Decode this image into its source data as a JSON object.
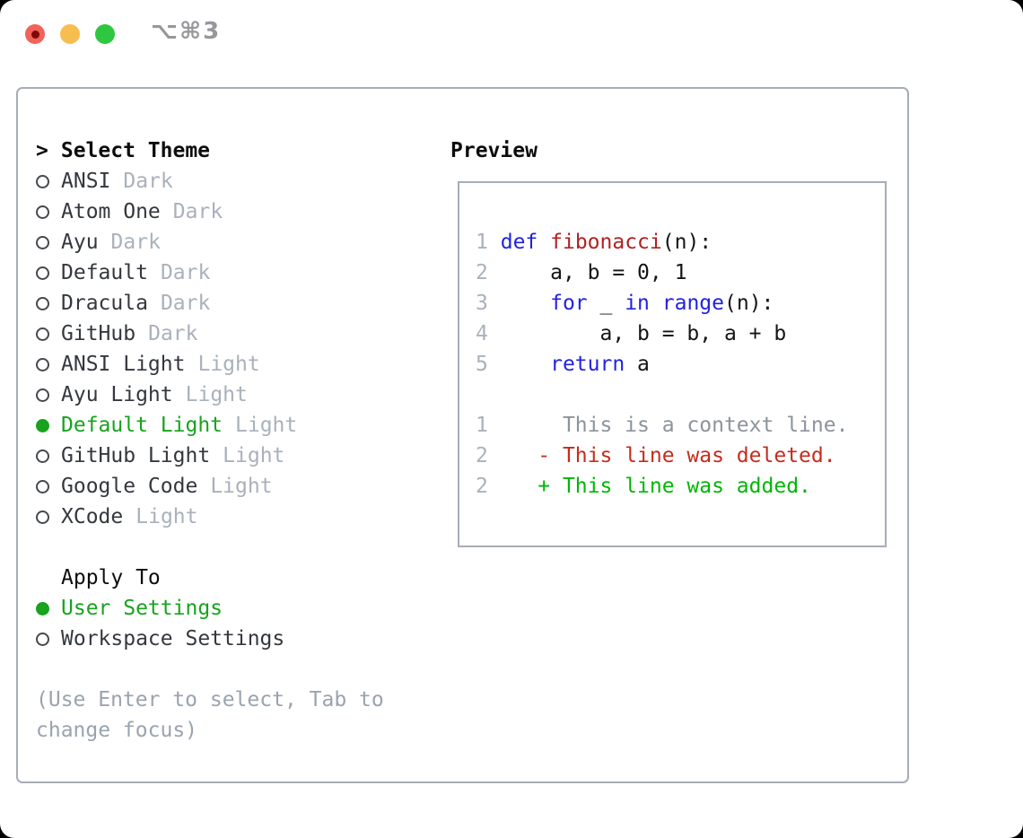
{
  "window": {
    "shortcut": "⌥⌘3"
  },
  "colors": {
    "keyword_blue": "#2222e0",
    "function_red": "#b22121",
    "deleted_red": "#c62c1c",
    "added_green": "#00b606",
    "selected_green": "#17a31d",
    "line_number_gray": "#a9b1bc",
    "context_gray": "#8c939c",
    "code_text": "#151515",
    "heading_text": "#0d0d0d",
    "item_text": "#34383e",
    "variant_gray": "#a9b1bc",
    "hint_gray": "#9aa3ae",
    "panel_border": "#a6adb6",
    "radio_ring": "#45494e",
    "traffic_red": "#f0635a",
    "traffic_red_dot": "#820807",
    "traffic_yellow": "#f6be4f",
    "traffic_green": "#2ec840",
    "shortcut_gray": "#96979b"
  },
  "theme_selector": {
    "prompt": ">",
    "title": "Select Theme",
    "items": [
      {
        "name": "ANSI",
        "variant": "Dark",
        "selected": false
      },
      {
        "name": "Atom One",
        "variant": "Dark",
        "selected": false
      },
      {
        "name": "Ayu",
        "variant": "Dark",
        "selected": false
      },
      {
        "name": "Default",
        "variant": "Dark",
        "selected": false
      },
      {
        "name": "Dracula",
        "variant": "Dark",
        "selected": false
      },
      {
        "name": "GitHub",
        "variant": "Dark",
        "selected": false
      },
      {
        "name": "ANSI Light",
        "variant": "Light",
        "selected": false
      },
      {
        "name": "Ayu Light",
        "variant": "Light",
        "selected": false
      },
      {
        "name": "Default Light",
        "variant": "Light",
        "selected": true
      },
      {
        "name": "GitHub Light",
        "variant": "Light",
        "selected": false
      },
      {
        "name": "Google Code",
        "variant": "Light",
        "selected": false
      },
      {
        "name": "XCode",
        "variant": "Light",
        "selected": false
      }
    ]
  },
  "apply_to": {
    "title": "Apply To",
    "options": [
      {
        "label": "User Settings",
        "selected": true
      },
      {
        "label": "Workspace Settings",
        "selected": false
      }
    ]
  },
  "hint": {
    "lines": [
      "(Use Enter to select, Tab to",
      "change focus)"
    ]
  },
  "preview": {
    "title": "Preview",
    "lines": [
      [
        [
          "1",
          "num"
        ],
        [
          " ",
          "plain"
        ],
        [
          "def",
          "kw"
        ],
        [
          " ",
          "plain"
        ],
        [
          "fibonacci",
          "fn"
        ],
        [
          "(n):",
          "plain"
        ]
      ],
      [
        [
          "2",
          "num"
        ],
        [
          "     a, b = 0, 1",
          "plain"
        ]
      ],
      [
        [
          "3",
          "num"
        ],
        [
          "     ",
          "plain"
        ],
        [
          "for",
          "kw"
        ],
        [
          " _ ",
          "plain"
        ],
        [
          "in",
          "kw"
        ],
        [
          " ",
          "plain"
        ],
        [
          "range",
          "kw"
        ],
        [
          "(n):",
          "plain"
        ]
      ],
      [
        [
          "4",
          "num"
        ],
        [
          "         a, b = b, a + b",
          "plain"
        ]
      ],
      [
        [
          "5",
          "num"
        ],
        [
          "     ",
          "plain"
        ],
        [
          "return",
          "kw"
        ],
        [
          " a",
          "plain"
        ]
      ],
      [],
      [
        [
          "1",
          "num"
        ],
        [
          "      This is a context line.",
          "ctx"
        ]
      ],
      [
        [
          "2",
          "num"
        ],
        [
          "    - This line was deleted.",
          "del"
        ]
      ],
      [
        [
          "2",
          "num"
        ],
        [
          "    + This line was added.",
          "add"
        ]
      ]
    ]
  }
}
